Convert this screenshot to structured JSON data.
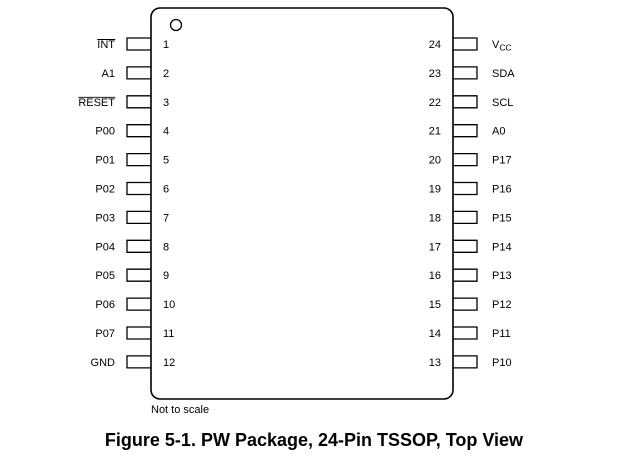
{
  "figure": {
    "caption": "Figure 5-1. PW Package, 24-Pin TSSOP, Top View",
    "note": "Not to scale"
  },
  "colors": {
    "stroke": "#000000",
    "background": "#ffffff"
  },
  "pins": {
    "left": [
      {
        "number": "1",
        "label": "INT",
        "overbar": true
      },
      {
        "number": "2",
        "label": "A1",
        "overbar": false
      },
      {
        "number": "3",
        "label": "RESET",
        "overbar": true
      },
      {
        "number": "4",
        "label": "P00",
        "overbar": false
      },
      {
        "number": "5",
        "label": "P01",
        "overbar": false
      },
      {
        "number": "6",
        "label": "P02",
        "overbar": false
      },
      {
        "number": "7",
        "label": "P03",
        "overbar": false
      },
      {
        "number": "8",
        "label": "P04",
        "overbar": false
      },
      {
        "number": "9",
        "label": "P05",
        "overbar": false
      },
      {
        "number": "10",
        "label": "P06",
        "overbar": false
      },
      {
        "number": "11",
        "label": "P07",
        "overbar": false
      },
      {
        "number": "12",
        "label": "GND",
        "overbar": false
      }
    ],
    "right": [
      {
        "number": "24",
        "label": "V",
        "subscript": "CC",
        "overbar": false
      },
      {
        "number": "23",
        "label": "SDA",
        "overbar": false
      },
      {
        "number": "22",
        "label": "SCL",
        "overbar": false
      },
      {
        "number": "21",
        "label": "A0",
        "overbar": false
      },
      {
        "number": "20",
        "label": "P17",
        "overbar": false
      },
      {
        "number": "19",
        "label": "P16",
        "overbar": false
      },
      {
        "number": "18",
        "label": "P15",
        "overbar": false
      },
      {
        "number": "17",
        "label": "P14",
        "overbar": false
      },
      {
        "number": "16",
        "label": "P13",
        "overbar": false
      },
      {
        "number": "15",
        "label": "P12",
        "overbar": false
      },
      {
        "number": "14",
        "label": "P11",
        "overbar": false
      },
      {
        "number": "13",
        "label": "P10",
        "overbar": false
      }
    ]
  }
}
